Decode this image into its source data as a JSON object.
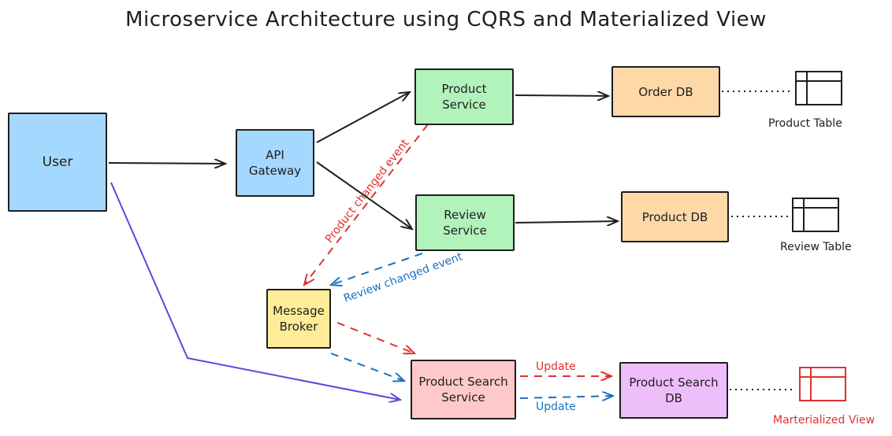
{
  "title": "Microservice Architecture using CQRS and Materialized View",
  "nodes": {
    "user": "User",
    "api_gateway": "API\nGateway",
    "product_service": "Product\nService",
    "review_service": "Review\nService",
    "message_broker": "Message\nBroker",
    "product_search_service": "Product Search\nService",
    "order_db": "Order DB",
    "product_db": "Product DB",
    "product_search_db": "Product Search\nDB"
  },
  "tables": {
    "product_table": "Product Table",
    "review_table": "Review Table",
    "materialized_view": "Marterialized View"
  },
  "edge_labels": {
    "product_changed_event": "Product changed event",
    "review_changed_event": "Review changed event",
    "update_red": "Update",
    "update_blue": "Update"
  },
  "colors": {
    "red": "#e03131",
    "blue": "#1971c2",
    "violet": "#6741d9",
    "stroke": "#1e1e1e"
  }
}
